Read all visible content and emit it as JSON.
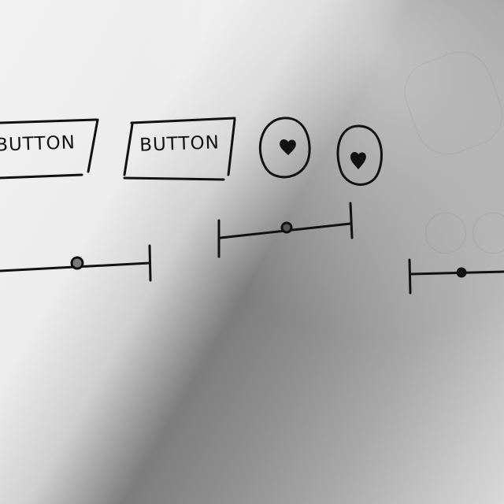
{
  "buttons": [
    {
      "label": "BUTTON"
    },
    {
      "label": "BUTTON"
    }
  ],
  "icons": [
    {
      "name": "heart-icon"
    },
    {
      "name": "heart-icon"
    }
  ],
  "sliders": [
    {
      "value": 0.53
    },
    {
      "value": 0.5
    },
    {
      "value": 0.55
    }
  ]
}
